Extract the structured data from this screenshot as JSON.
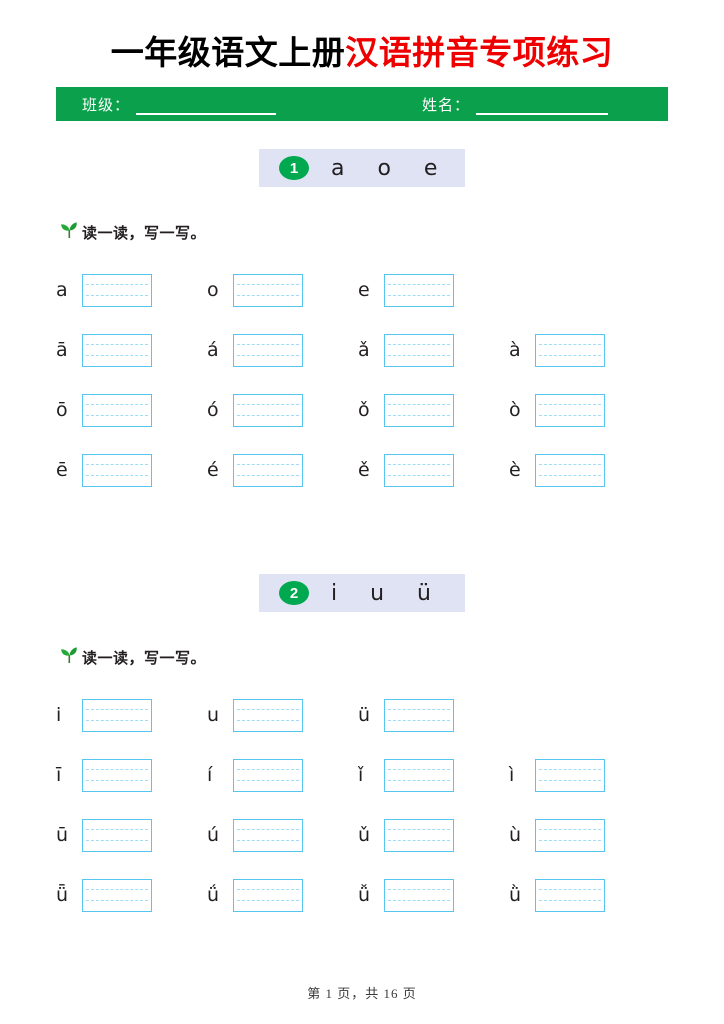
{
  "document": {
    "title_black": "一年级语文上册",
    "title_red": "汉语拼音专项练习",
    "accent_green": "#0ba14c",
    "accent_red": "#ee0000",
    "badge_green": "#00a94f",
    "section_band": "#dfe3f3",
    "box_border": "#56c5f0"
  },
  "info_bar": {
    "class_label": "班级：",
    "name_label": "姓名："
  },
  "sections": [
    {
      "number": "1",
      "letters": "a o e",
      "instruction": "读一读，写一写。",
      "rows": [
        [
          "a",
          "o",
          "e"
        ],
        [
          "ā",
          "á",
          "ǎ",
          "à"
        ],
        [
          "ō",
          "ó",
          "ǒ",
          "ò"
        ],
        [
          "ē",
          "é",
          "ě",
          "è"
        ]
      ]
    },
    {
      "number": "2",
      "letters": "i u ü",
      "instruction": "读一读，写一写。",
      "rows": [
        [
          "i",
          "u",
          "ü"
        ],
        [
          "ī",
          "í",
          "ǐ",
          "ì"
        ],
        [
          "ū",
          "ú",
          "ǔ",
          "ù"
        ],
        [
          "ǖ",
          "ǘ",
          "ǚ",
          "ǜ"
        ]
      ]
    }
  ],
  "footer": {
    "text": "第 1 页，共 16 页"
  }
}
